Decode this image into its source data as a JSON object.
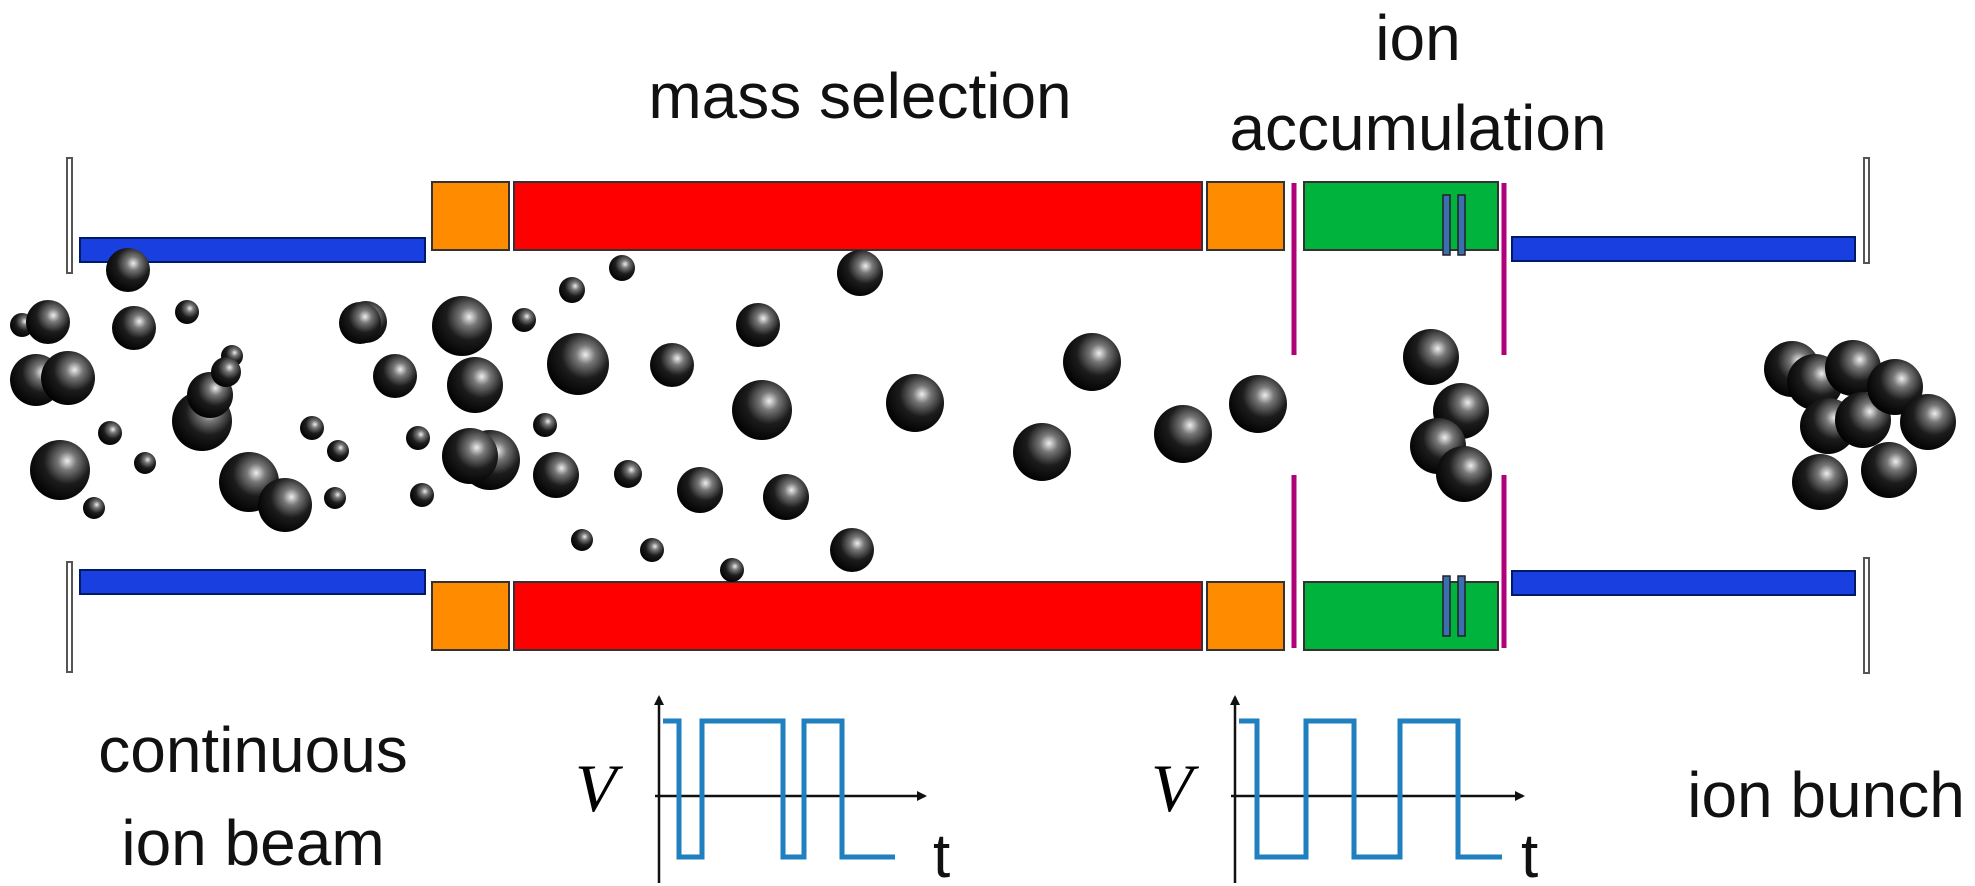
{
  "labels": {
    "mass_selection": "mass selection",
    "ion_accumulation_line1": "ion",
    "ion_accumulation_line2": "accumulation",
    "continuous_line1": "continuous",
    "continuous_line2": "ion beam",
    "ion_bunch": "ion bunch"
  },
  "waveform_plots": [
    {
      "y_label": "V",
      "x_label": "t",
      "levels": [
        1,
        0,
        1,
        0,
        1,
        0
      ]
    },
    {
      "y_label": "V",
      "x_label": "t",
      "levels": [
        1,
        0,
        1,
        0,
        1,
        0
      ]
    }
  ],
  "colors": {
    "blue_electrode": "#1a3fe0",
    "orange_electrode": "#ff8c00",
    "red_quadrupole": "#ff0000",
    "green_trap": "#00b33c",
    "magenta_gate": "#b0007a",
    "trap_inner_electrode": "#3a6fb0",
    "waveform": "#1f7fbf",
    "ion": "#111111"
  }
}
